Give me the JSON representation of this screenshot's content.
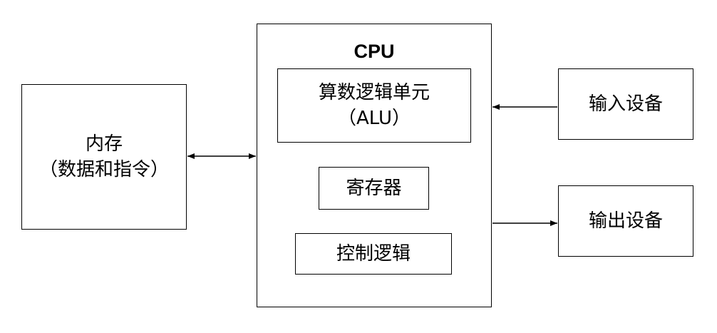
{
  "memory": {
    "line1": "内存",
    "line2": "（数据和指令）"
  },
  "cpu": {
    "title": "CPU",
    "alu": {
      "line1": "算数逻辑单元",
      "line2": "（ALU）"
    },
    "registers": "寄存器",
    "control": "控制逻辑"
  },
  "input_device": "输入设备",
  "output_device": "输出设备"
}
